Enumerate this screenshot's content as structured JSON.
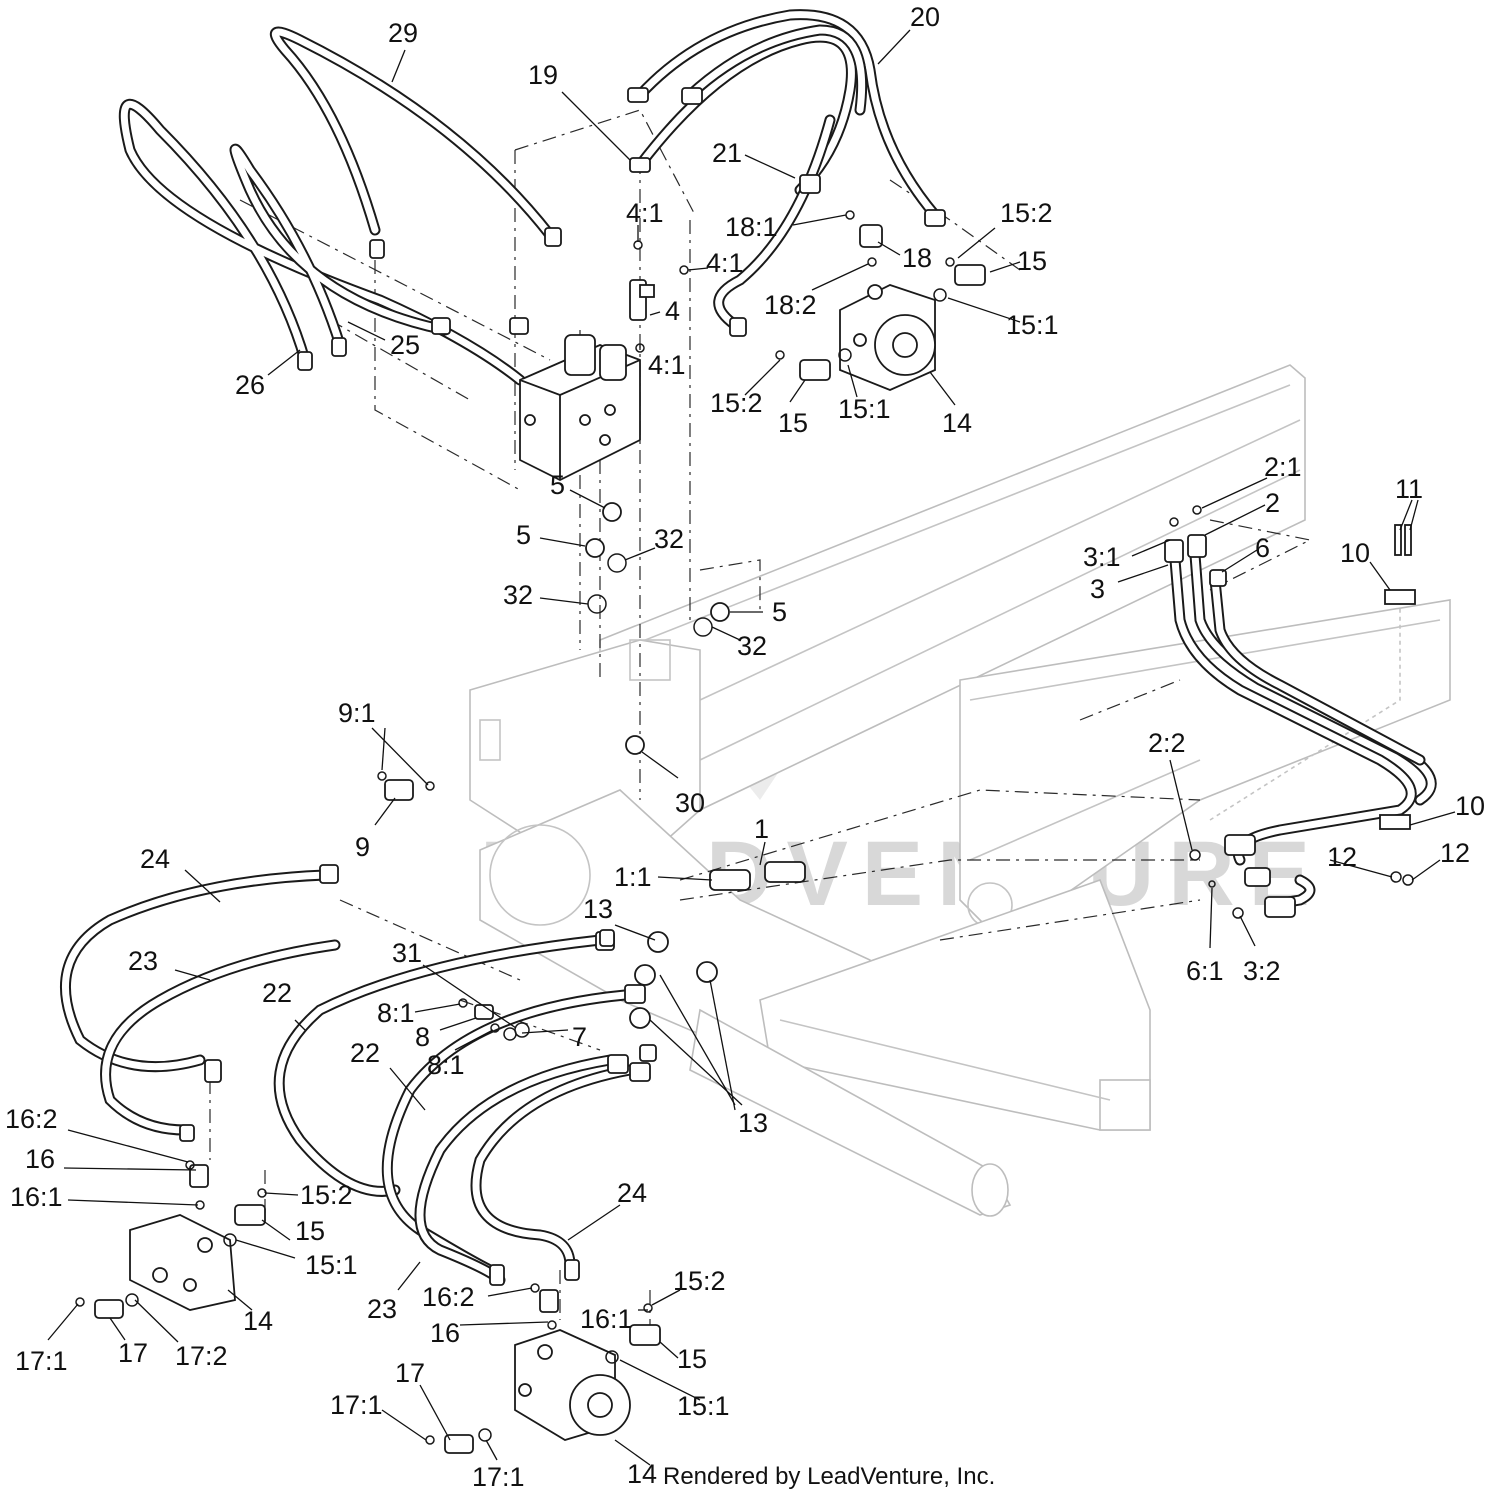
{
  "watermark": "LEADVENTURE",
  "footer": "Rendered by LeadVenture, Inc.",
  "callouts": {
    "c29": "29",
    "c20": "20",
    "c19": "19",
    "c21": "21",
    "c4_1a": "4:1",
    "c4_1b": "4:1",
    "c4": "4",
    "c4_1c": "4:1",
    "c18_1": "18:1",
    "c18": "18",
    "c18_2": "18:2",
    "c15_2a": "15:2",
    "c15a": "15",
    "c15_1a": "15:1",
    "c25": "25",
    "c26": "26",
    "c15_2b": "15:2",
    "c15b": "15",
    "c15_1b": "15:1",
    "c14a": "14",
    "c5a": "5",
    "c5b": "5",
    "c32a": "32",
    "c32b": "32",
    "c5c": "5",
    "c32c": "32",
    "c2_1": "2:1",
    "c2": "2",
    "c3_1": "3:1",
    "c6": "6",
    "c3": "3",
    "c11": "11",
    "c10a": "10",
    "c9_1": "9:1",
    "c9": "9",
    "c30": "30",
    "c2_2": "2:2",
    "c10b": "10",
    "c12a": "12",
    "c12b": "12",
    "c1": "1",
    "c1_1": "1:1",
    "c6_1": "6:1",
    "c3_2": "3:2",
    "c24a": "24",
    "c23a": "23",
    "c13a": "13",
    "c31": "31",
    "c22a": "22",
    "c8_1a": "8:1",
    "c8": "8",
    "c7": "7",
    "c8_1b": "8:1",
    "c22b": "22",
    "c13b": "13",
    "c16_2a": "16:2",
    "c16a": "16",
    "c16_1a": "16:1",
    "c15_2c": "15:2",
    "c15c": "15",
    "c15_1c": "15:1",
    "c14b": "14",
    "c17_1a": "17:1",
    "c17a": "17",
    "c17_2": "17:2",
    "c24b": "24",
    "c23b": "23",
    "c16_2b": "16:2",
    "c16b": "16",
    "c16_1b": "16:1",
    "c15_2d": "15:2",
    "c15d": "15",
    "c15_1d": "15:1",
    "c17b": "17",
    "c17_1b": "17:1",
    "c17_1c": "17:1",
    "c14c": "14"
  }
}
